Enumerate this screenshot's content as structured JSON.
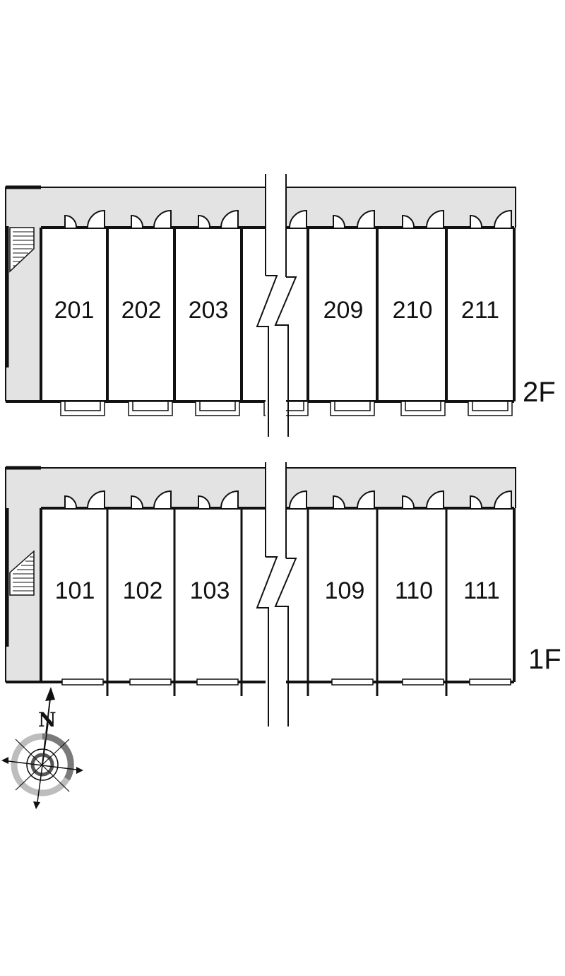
{
  "floors": [
    {
      "label": "2F",
      "units": [
        "201",
        "202",
        "203",
        "209",
        "210",
        "211"
      ]
    },
    {
      "label": "1F",
      "units": [
        "101",
        "102",
        "103",
        "109",
        "110",
        "111"
      ]
    }
  ],
  "compass": {
    "north_label": "N"
  },
  "colors": {
    "corridor": "#e3e3e3",
    "wall": "#111111",
    "background": "#ffffff"
  }
}
